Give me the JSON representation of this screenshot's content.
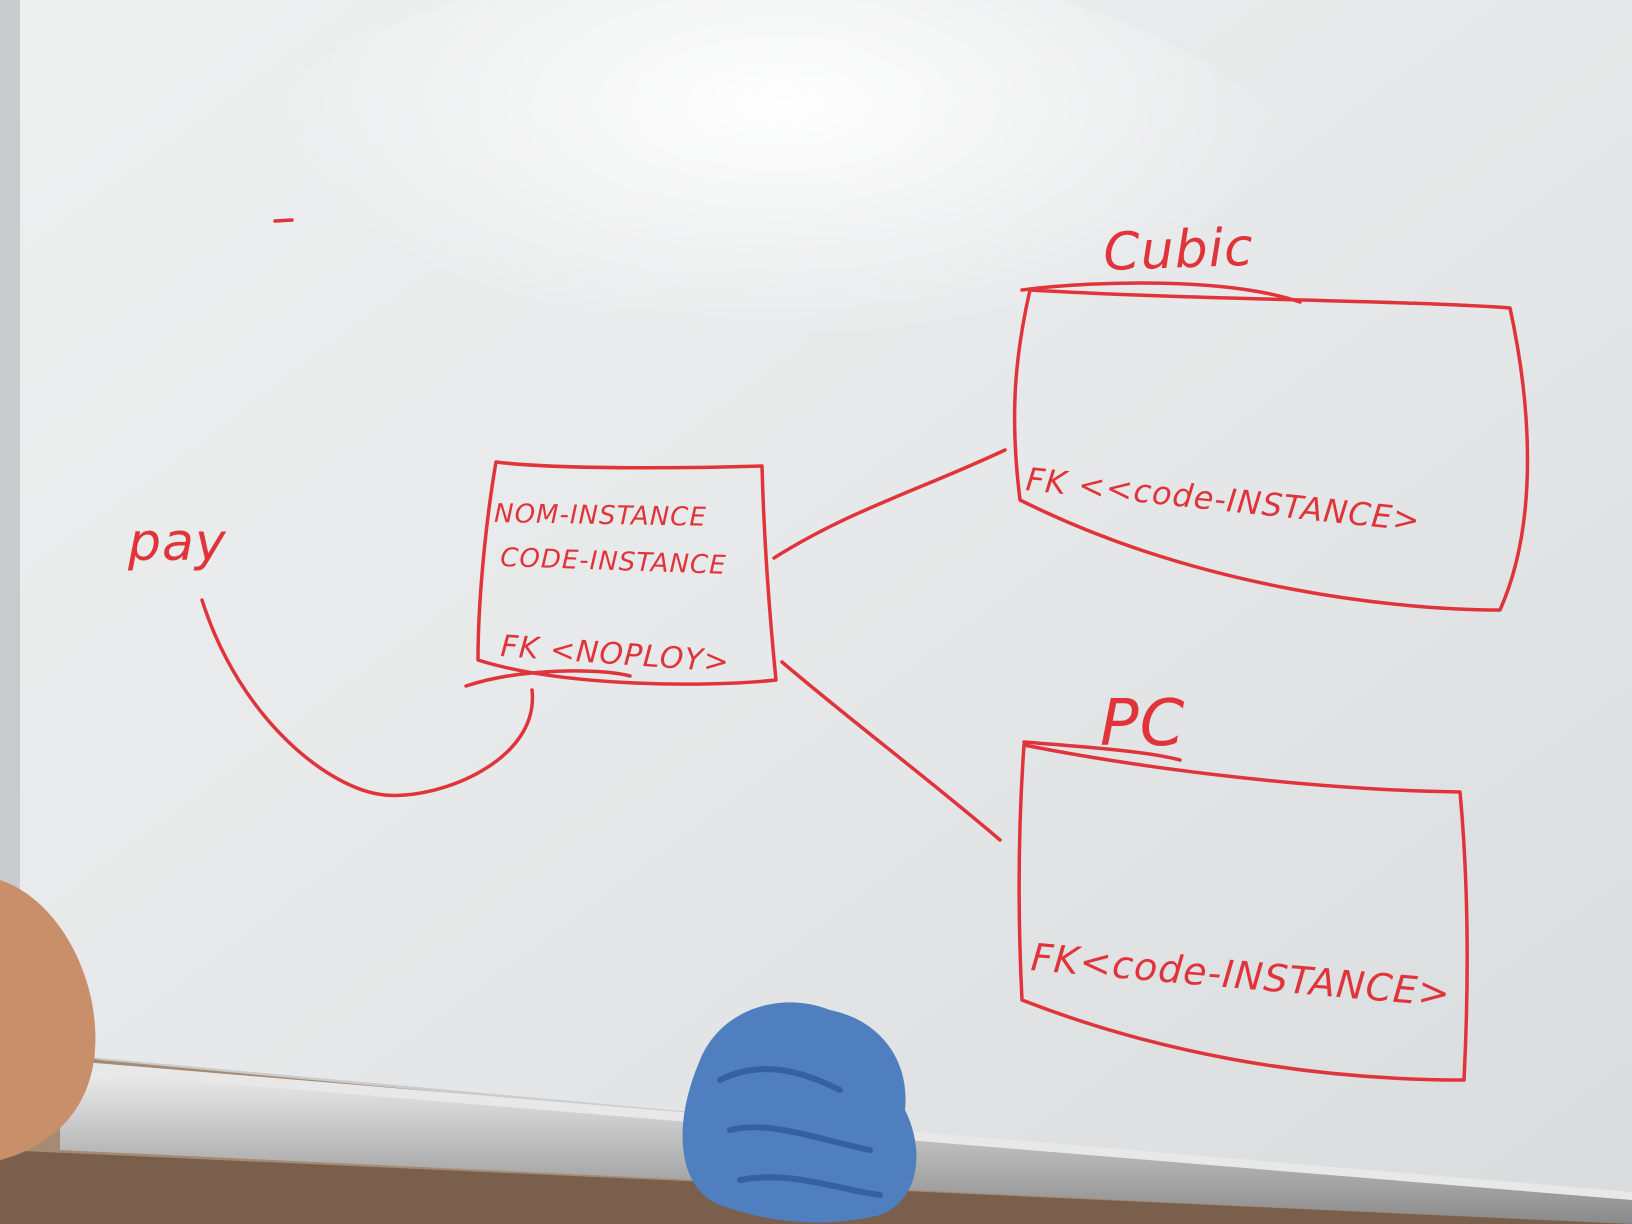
{
  "whiteboard": {
    "ink_color": "#e0343a",
    "board_color": "#e7e9ea",
    "cloth_color": "#4f7fbf"
  },
  "labels": {
    "left_note": "pay",
    "top_right_title": "Cubic",
    "bottom_right_title": "PC"
  },
  "center_box": {
    "lines": [
      "NOM-INSTANCE",
      "CODE-INSTANCE",
      "FK <NOPLOY>"
    ]
  },
  "top_right_box": {
    "lines": [
      "FK <<code-INSTANCE>"
    ]
  },
  "bottom_right_box": {
    "lines": [
      "FK<code-INSTANCE>"
    ]
  }
}
